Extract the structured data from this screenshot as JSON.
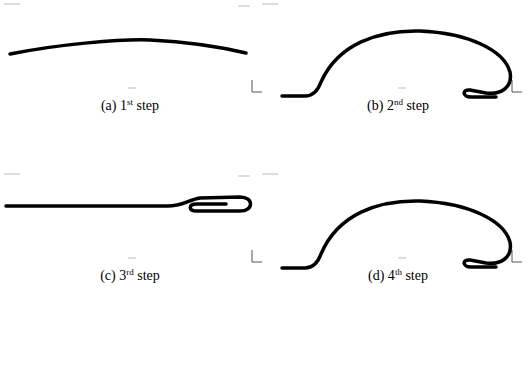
{
  "diagram": {
    "labels": [
      "(a) 1st step",
      "(b) 2nd step",
      "(c) 3rd step",
      "(d) 4th step"
    ]
  }
}
